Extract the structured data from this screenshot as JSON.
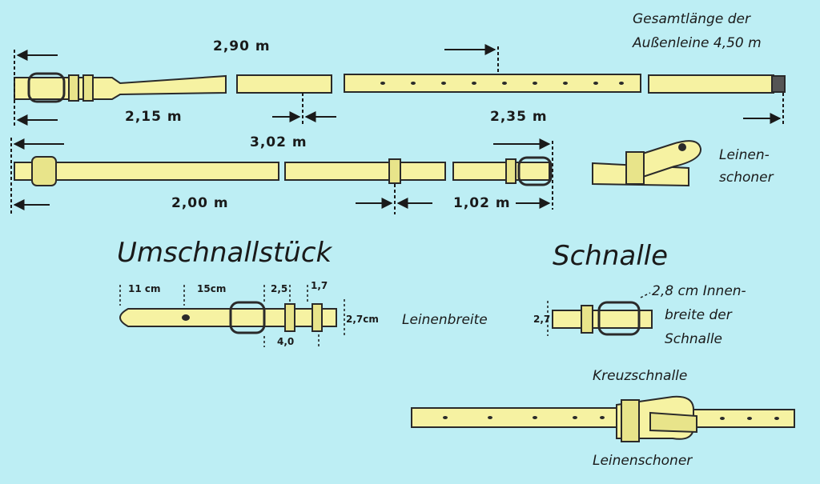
{
  "colors": {
    "background": "#bdeef4",
    "strap_fill": "#f6f2a2",
    "outline": "#2a2a2a"
  },
  "labels": {
    "total_length": "Gesamtlänge der",
    "total_length_2": "Außenleine 4,50 m",
    "m_2_90": "2,90 m",
    "m_2_15": "2,15 m",
    "m_2_35": "2,35 m",
    "m_3_02": "3,02 m",
    "m_2_00": "2,00 m",
    "m_1_02": "1,02 m",
    "leinenschoner_1": "Leinen-",
    "leinenschoner_2": "schoner",
    "umschnallstueck": "Umschnallstück",
    "schnalle": "Schnalle",
    "cm_11": "11 cm",
    "cm_15": "15cm",
    "cm_2_5": "2,5",
    "cm_1_7": "1,7",
    "cm_2_7": "2,7cm",
    "cm_4_0": "4,0",
    "leinenbreite": "Leinenbreite",
    "s_2_7": "2,7",
    "innen_1": "2,8 cm Innen-",
    "innen_2": "breite der",
    "innen_3": "Schnalle",
    "kreuzschnalle": "Kreuzschnalle",
    "leinenschoner_bottom": "Leinenschoner"
  }
}
